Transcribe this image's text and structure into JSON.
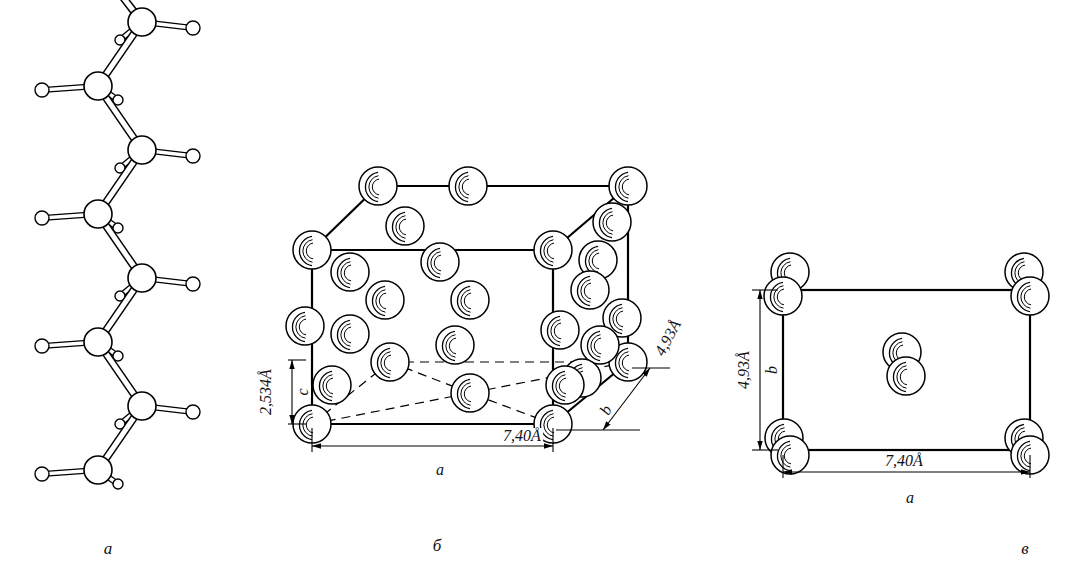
{
  "diagram": {
    "labels": [
      "а",
      "2,534Å",
      "c",
      "4,93Å",
      "b",
      "7,40Å",
      "a",
      "б",
      "4,93Å",
      "b",
      "7,40Å",
      "a",
      "в"
    ]
  }
}
